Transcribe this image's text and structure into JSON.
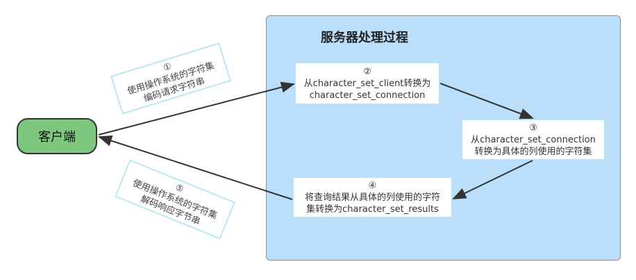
{
  "server": {
    "title": "服务器处理过程"
  },
  "client": {
    "label": "客户端"
  },
  "steps": [
    {
      "num": "②",
      "line1": "从character_set_client转换为",
      "line2": "character_set_connection"
    },
    {
      "num": "③",
      "line1": "从character_set_connection",
      "line2": "转换为具体的列使用的字符集"
    },
    {
      "num": "④",
      "line1": "将查询结果从具体的列使用的字符",
      "line2": "集转换为character_set_results"
    }
  ],
  "notes": [
    {
      "num": "①",
      "line1": "使用操作系统的字符集",
      "line2": "编码请求字符串"
    },
    {
      "num": "⑤",
      "line1": "使用操作系统的字符集",
      "line2": "解码响应字节串"
    }
  ],
  "colors": {
    "server_fill": "#bbdefb",
    "client_fill": "#7ec77f"
  }
}
